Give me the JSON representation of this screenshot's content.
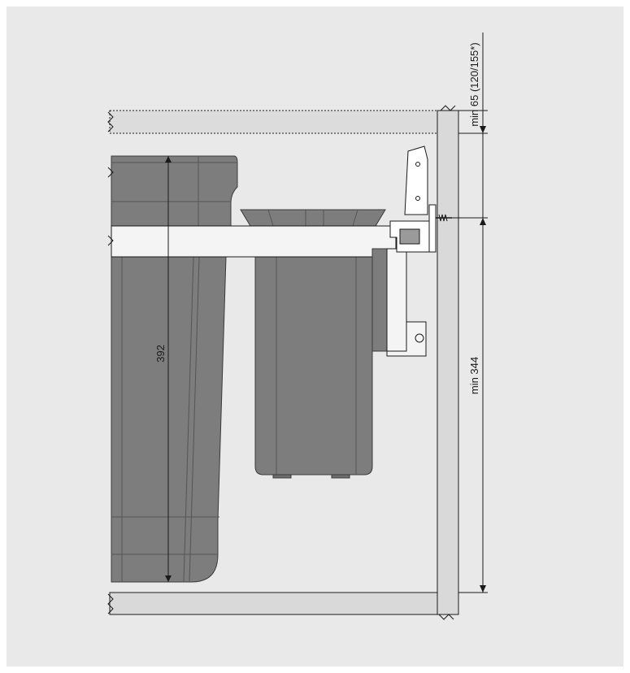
{
  "colors": {
    "page_background": "#ffffff",
    "panel_background": "#e9e9e9",
    "cabinet_panel": "#d9d9d9",
    "bin_body": "#7d7d7d",
    "bin_shade": "#6e6e6e",
    "rail": "#f4f4f4",
    "hardware": "#ffffff",
    "line": "#1a1a1a"
  },
  "dimensions": {
    "left_bin_height": "392",
    "cabinet_clearance": "min 344",
    "top_clearance": "min 65 (120/155*)"
  }
}
